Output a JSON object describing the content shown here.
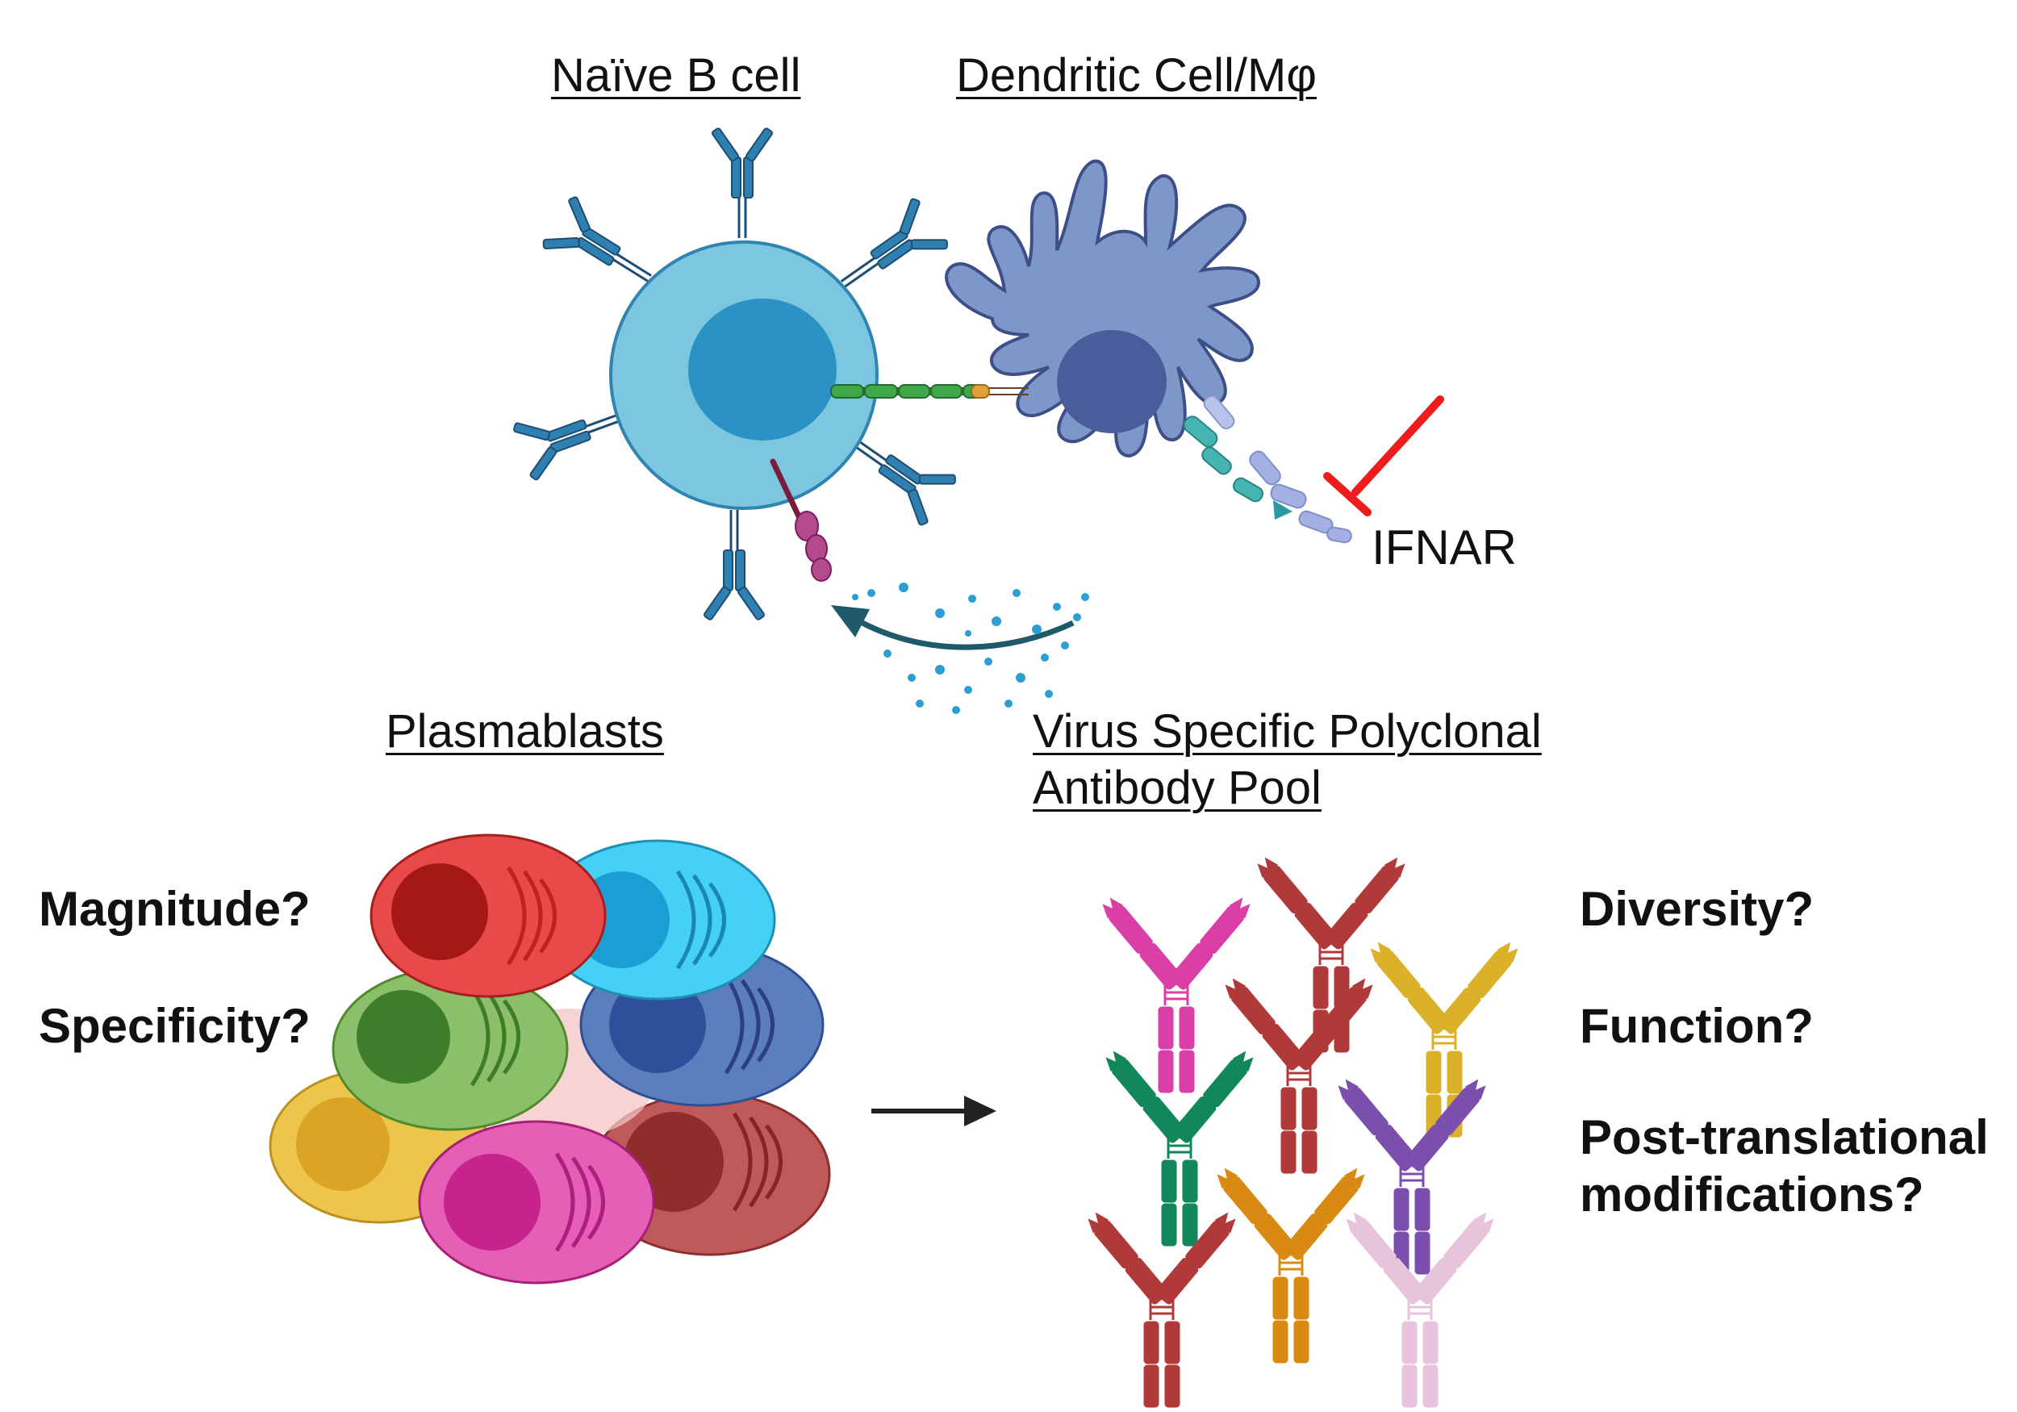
{
  "labels": {
    "naive_b_cell": "Naïve B cell",
    "dendritic_cell": "Dendritic Cell/Mφ",
    "ifnar": "IFNAR",
    "plasmablasts": "Plasmablasts",
    "antibody_pool_line1": "Virus Specific Polyclonal",
    "antibody_pool_line2": "Antibody Pool"
  },
  "questions_left": [
    "Magnitude?",
    "Specificity?"
  ],
  "questions_right": [
    "Diversity?",
    "Function?",
    "Post-translational",
    "modifications?"
  ],
  "colors": {
    "b_cell": "#7cc6e0",
    "b_cell_nucleus": "#2a93c4",
    "b_cell_receptor": "#2f7fb0",
    "dendritic_cell": "#7d98c8",
    "dendritic_nucleus": "#4a5c9a",
    "inhibition": "#ee1c1c",
    "plasmablast_red": "#e84a4a",
    "plasmablast_cyan": "#45d0f5",
    "plasmablast_blue": "#5b7fbd",
    "plasmablast_green": "#8cbf6a",
    "plasmablast_yellow": "#ecc54a",
    "plasmablast_pink": "#e45fb5",
    "plasmablast_darkred": "#c05a5a",
    "antibody_magenta": "#d93fa6",
    "antibody_darkred": "#b03a3a",
    "antibody_gold": "#dcb12a",
    "antibody_green": "#11875a",
    "antibody_purple": "#7a4fae",
    "antibody_orange": "#d98a12",
    "antibody_lightpink": "#e8c3dc"
  }
}
